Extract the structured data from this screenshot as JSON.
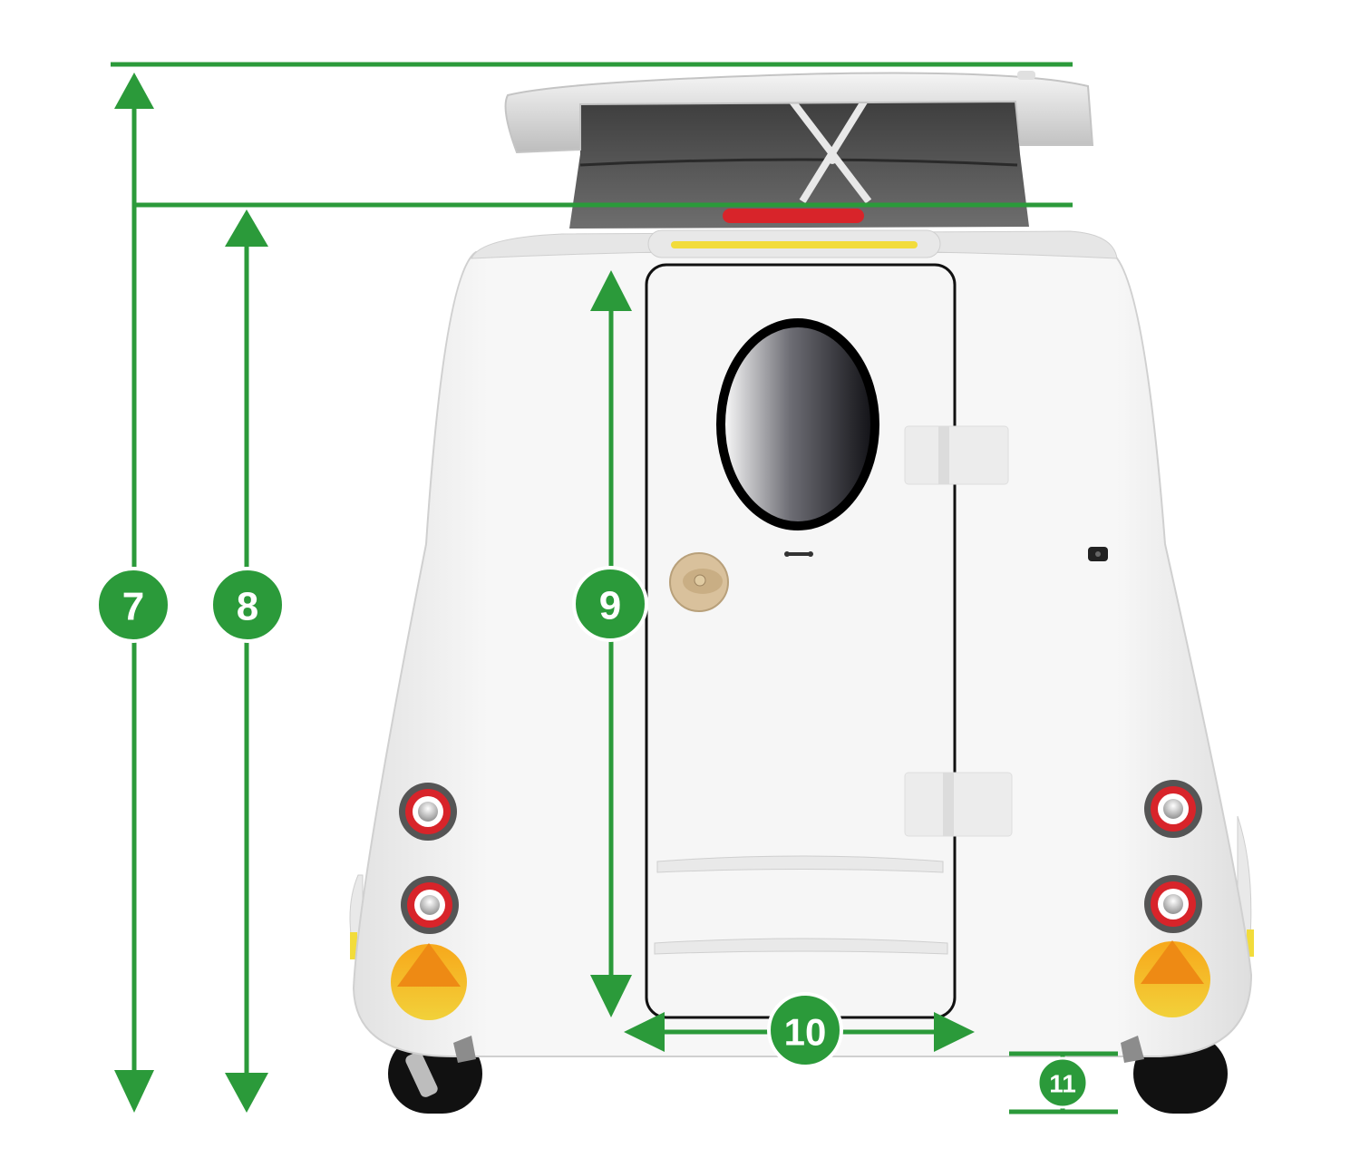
{
  "diagram": {
    "dimensions": [
      {
        "id": "7",
        "label": "7"
      },
      {
        "id": "8",
        "label": "8"
      },
      {
        "id": "9",
        "label": "9"
      },
      {
        "id": "10",
        "label": "10"
      },
      {
        "id": "11",
        "label": "11"
      }
    ]
  },
  "colors": {
    "dimension_green": "#2b9a3a",
    "body_white": "#f4f4f4",
    "roof_canvas": "#4a4a4a",
    "tail_red": "#d8242a",
    "indicator_amber": "#f5a313",
    "marker_yellow": "#f2dc3b",
    "tire_black": "#111111"
  },
  "icons": [
    "up-arrow-icon",
    "down-arrow-icon",
    "left-arrow-icon",
    "right-arrow-icon"
  ]
}
